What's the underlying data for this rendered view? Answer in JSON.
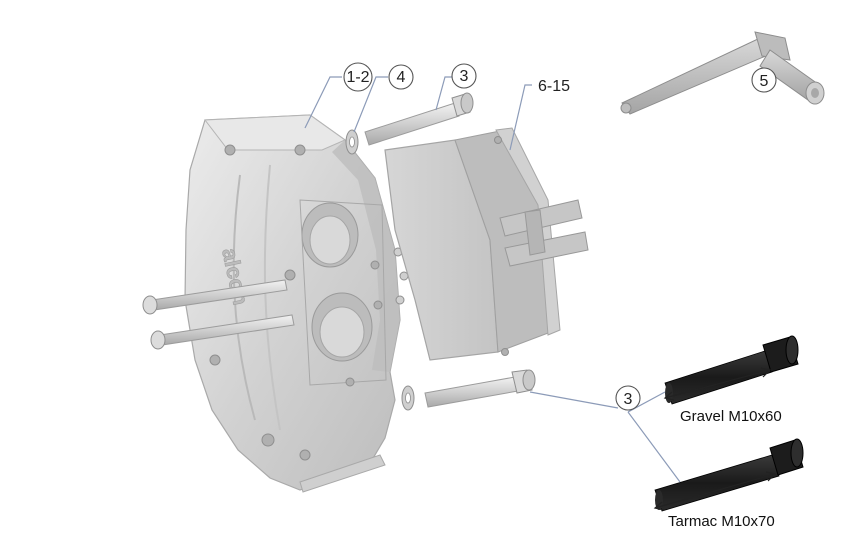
{
  "callouts": {
    "caliper": "1-2",
    "washer": "4",
    "bolt_top": "3",
    "pads": "6-15",
    "tool": "5",
    "bolt_lower": "3"
  },
  "caliper_branding": "alcon",
  "bolt_options": [
    {
      "label": "Gravel M10x60"
    },
    {
      "label": "Tarmac M10x70"
    }
  ],
  "colors": {
    "part_light": "#e2e2e2",
    "part_mid": "#c9c9c9",
    "part_dark": "#9a9a9a",
    "leader_line": "#8c9bb8",
    "bolt_black": "#1c1c1c"
  }
}
